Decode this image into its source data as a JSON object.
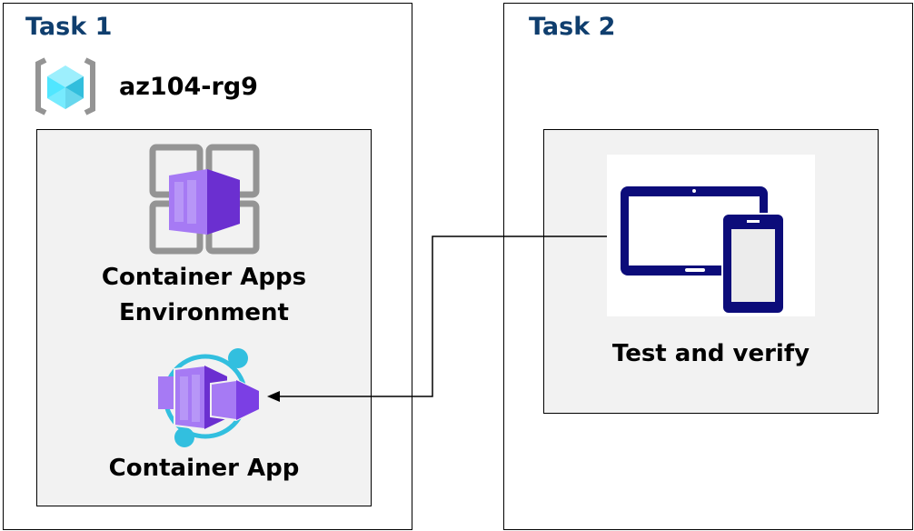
{
  "task1": {
    "title": "Task 1",
    "resource_group": "az104-rg9",
    "environment_label_1": "Container Apps",
    "environment_label_2": "Environment",
    "app_label": "Container App"
  },
  "task2": {
    "title": "Task 2",
    "test_label": "Test and verify"
  },
  "colors": {
    "title": "#0f3e6e",
    "inner_fill": "#f2f2f2",
    "container_purple": "#7b3fe4",
    "ring_cyan": "#32bfdf",
    "device_navy": "#0c0c7a"
  }
}
